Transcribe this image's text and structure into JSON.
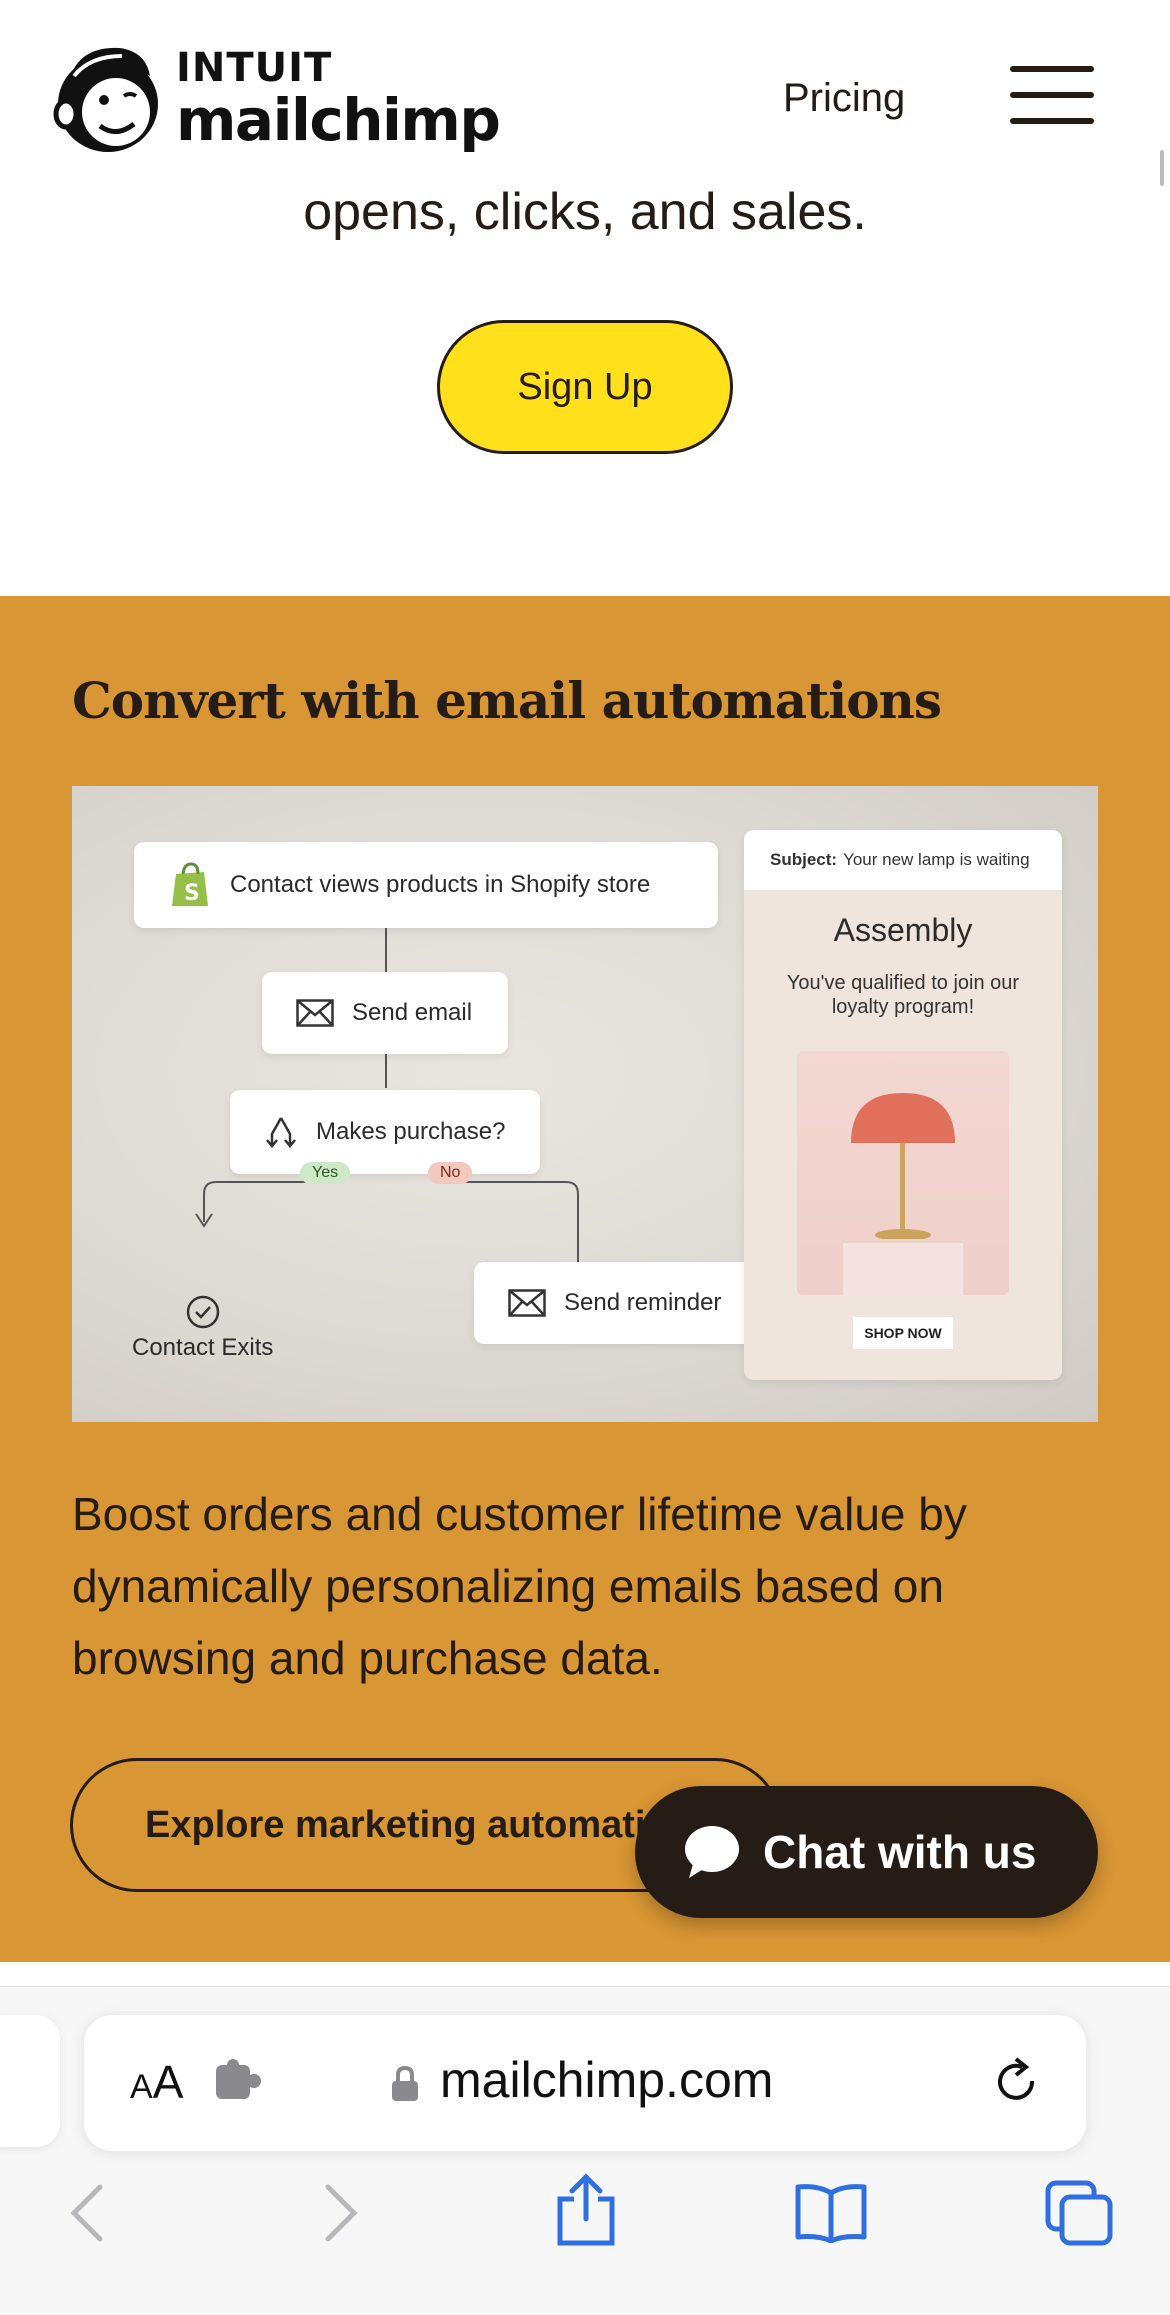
{
  "header": {
    "brand_top": "INTUIT",
    "brand_bottom": "mailchimp",
    "pricing_label": "Pricing",
    "menu_icon": "hamburger-menu-icon"
  },
  "hero": {
    "line": "opens, clicks, and sales.",
    "signup_label": "Sign Up"
  },
  "section": {
    "bg_color": "#d99634",
    "title": "Convert with email automations",
    "body": "Boost orders and customer lifetime value by dynamically personalizing emails based on browsing and purchase data.",
    "explore_label": "Explore marketing automation",
    "illustration": {
      "trigger": "Contact views products in Shopify store",
      "send_email": "Send email",
      "decision": "Makes purchase?",
      "yes": "Yes",
      "no": "No",
      "send_reminder": "Send reminder",
      "exit": "Contact Exits",
      "email_subject_label": "Subject:",
      "email_subject": "Your new lamp is waiting",
      "email_brand": "Assembly",
      "email_message": "You've qualified to join our loyalty program!",
      "email_cta": "SHOP NOW"
    }
  },
  "chat": {
    "label": "Chat with us",
    "icon": "chat-bubble-icon"
  },
  "browser": {
    "text_size_label": "AA",
    "url": "mailchimp.com",
    "icons": [
      "text-size-icon",
      "extension-icon",
      "lock-icon",
      "reload-icon",
      "back-icon",
      "forward-icon",
      "share-icon",
      "bookmarks-icon",
      "tabs-icon"
    ]
  },
  "colors": {
    "accent_yellow": "#ffe01b",
    "ink": "#241c15",
    "safari_blue": "#2f6fe0"
  }
}
